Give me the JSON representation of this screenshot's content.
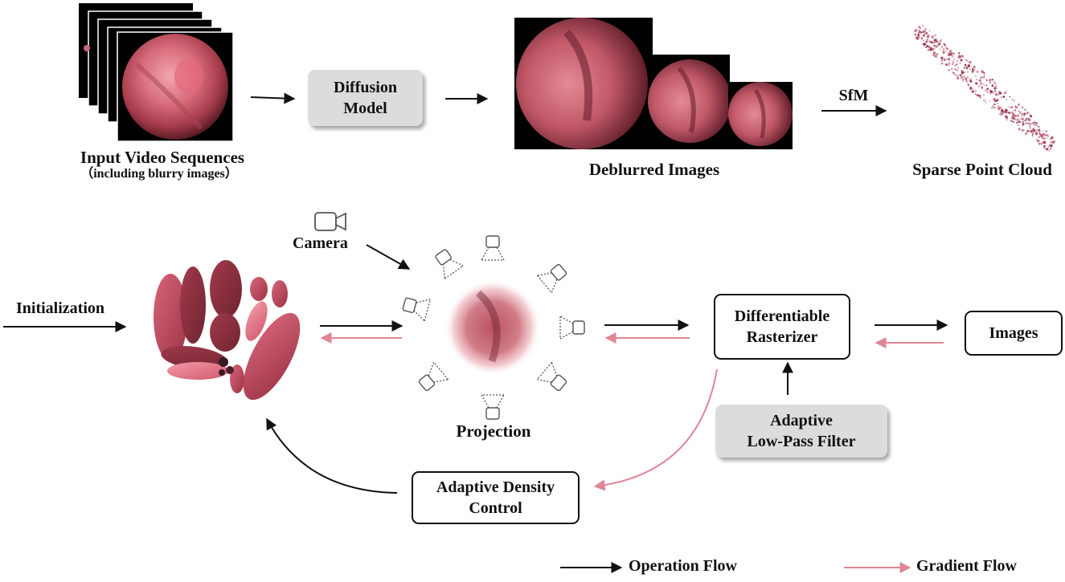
{
  "top": {
    "input_label": "Input Video Sequences",
    "input_sublabel": "（including blurry images）",
    "diffusion_line1": "Diffusion",
    "diffusion_line2": "Model",
    "deblurred_label": "Deblurred Images",
    "sfm_label": "SfM",
    "pointcloud_label": "Sparse Point Cloud"
  },
  "middle": {
    "initialization_label": "Initialization",
    "camera_label": "Camera",
    "projection_label": "Projection",
    "rasterizer_line1": "Differentiable",
    "rasterizer_line2": "Rasterizer",
    "images_label": "Images",
    "filter_line1": "Adaptive",
    "filter_line2": "Low-Pass Filter",
    "density_line1": "Adaptive Density",
    "density_line2": "Control"
  },
  "legend": {
    "operation_label": "Operation Flow",
    "gradient_label": "Gradient Flow"
  },
  "colors": {
    "operation": "#111111",
    "gradient": "#e08595",
    "box_gray": "#dcdcdc",
    "tissue_dark": "#7a2a35",
    "tissue_light": "#e87f92"
  }
}
